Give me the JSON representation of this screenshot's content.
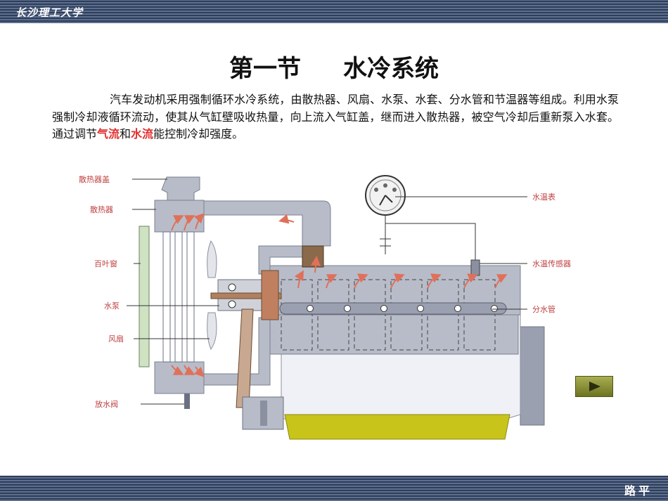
{
  "header": {
    "school": "长沙理工大学"
  },
  "footer": {
    "author": "路平"
  },
  "title": {
    "section": "第一节",
    "topic": "水冷系统"
  },
  "intro": {
    "p1": "汽车发动机采用强制循环水冷系统，由散热器、风扇、水泵、水套、分水管和节温器等组成。利用水泵强制冷却液循环流动，使其从气缸壁吸收热量，向上流入气缸盖，继而进入散热器，被空气冷却后重新泵入水套。通过调节",
    "hl1": "气流",
    "p2": "和",
    "hl2": "水流",
    "p3": "能控制冷却强度。"
  },
  "labels": {
    "radiator_cap": "散热器盖",
    "radiator": "散热器",
    "shutter": "百叶窗",
    "water_pump": "水泵",
    "fan": "风扇",
    "drain_valve": "放水阀",
    "temp_gauge": "水温表",
    "temp_sensor": "水温传感器",
    "distribution_pipe": "分水管"
  },
  "colors": {
    "highlight": "#e03030",
    "label": "#c04040",
    "flow_arrow": "#e0705a",
    "engine_body": "#e8eaf2",
    "oil_pan": "#c8c41a"
  },
  "icons": {
    "play": "play-triangle-icon"
  }
}
